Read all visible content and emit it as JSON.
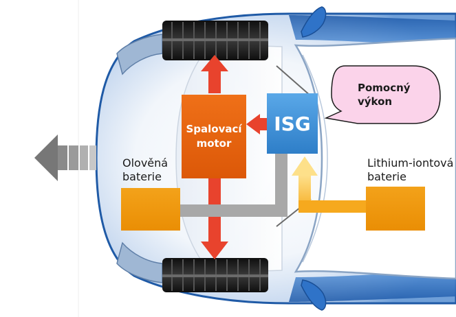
{
  "engine": {
    "label_line1": "Spalovací",
    "label_line2": "motor"
  },
  "isg": {
    "label": "ISG"
  },
  "lead_battery": {
    "label_line1": "Olověná",
    "label_line2": "baterie"
  },
  "lithium_battery": {
    "label_line1": "Lithium-iontová",
    "label_line2": "baterie"
  },
  "callout": {
    "label_line1": "Pomocný",
    "label_line2": "výkon"
  },
  "colors": {
    "engine": "#e8620c",
    "isg": "#3d8fd4",
    "battery": "#f09a0a",
    "callout_fill": "#fbd3ea",
    "power_arrow": "#e8432d",
    "assist_arrow": "#f7c244",
    "connector": "#a8a8a8",
    "body_blue": "#2f73c8"
  }
}
